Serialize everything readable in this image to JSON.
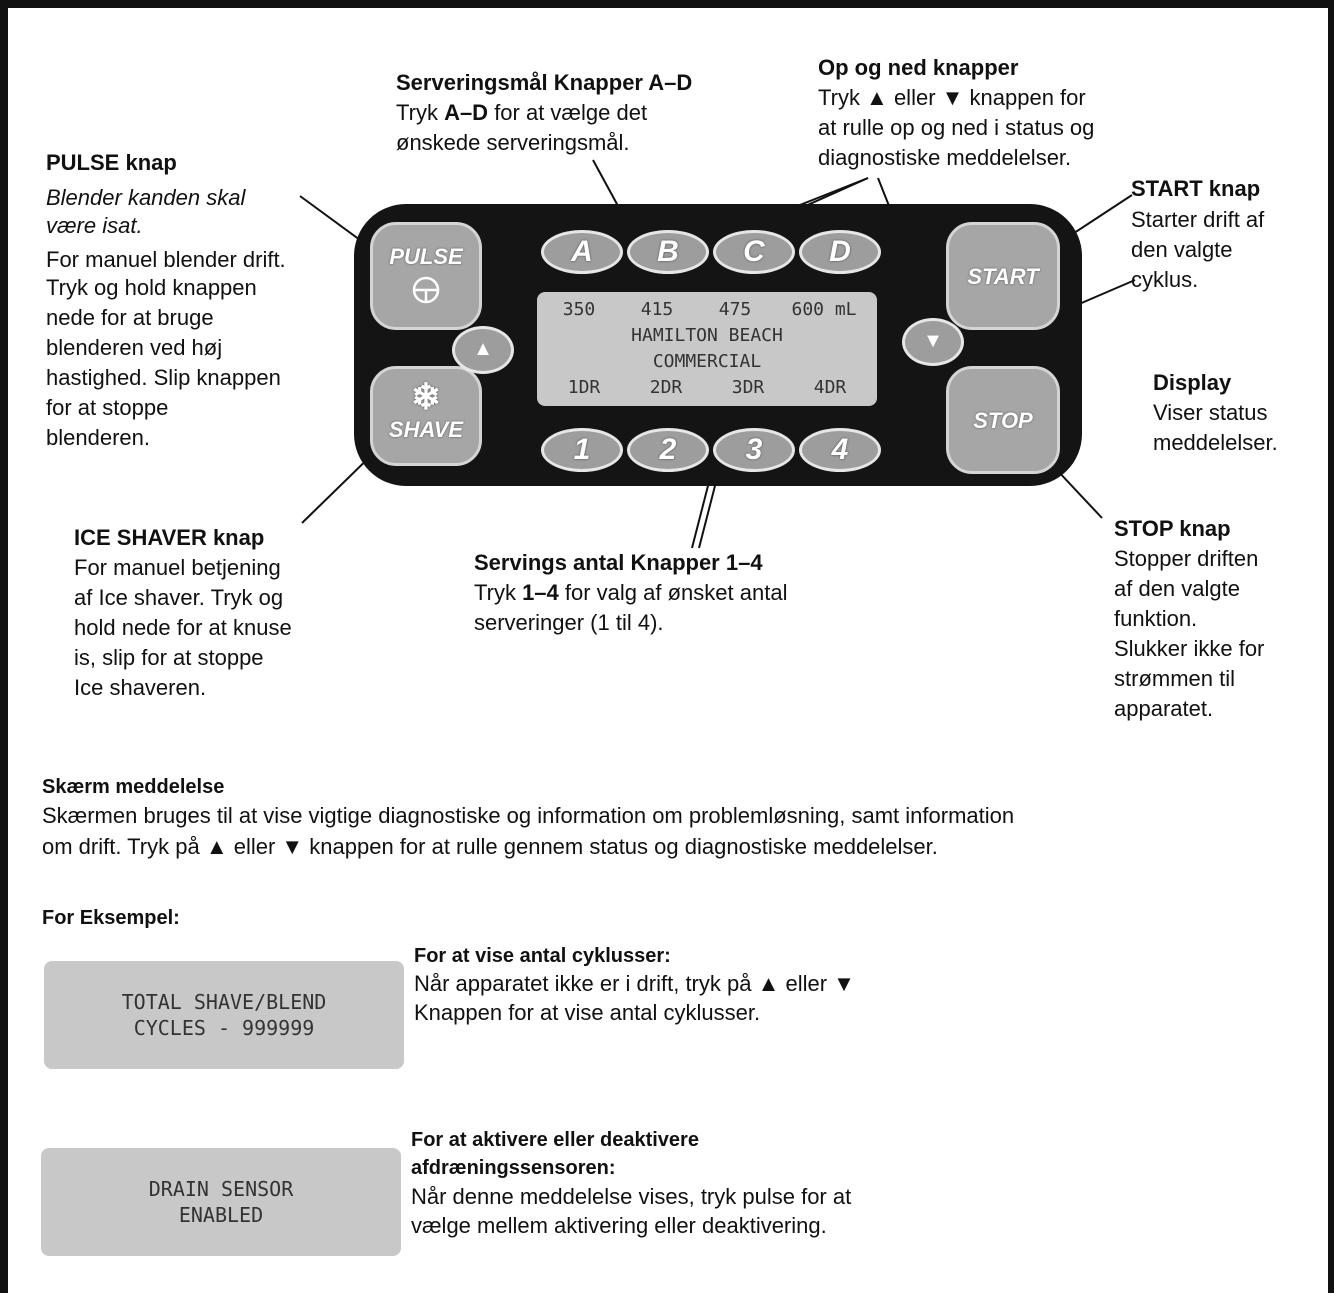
{
  "pulse_label": {
    "title": "PULSE knap",
    "line_it1": "Blender kanden skal",
    "line_it2": "være isat.",
    "lines": [
      "For manuel blender drift.",
      "Tryk og hold knappen",
      "nede for at bruge",
      "blenderen ved høj",
      "hastighed. Slip knappen",
      "for at stoppe",
      "blenderen."
    ]
  },
  "serving_size_label": {
    "title": "Serveringsmål Knapper A–D",
    "line1_pre": "Tryk ",
    "line1_bold": "A–D",
    "line1_post": " for at vælge det",
    "line2": "ønskede serveringsmål."
  },
  "updown_label": {
    "title": "Op og ned knapper",
    "lines": [
      "Tryk ▲ eller ▼ knappen for",
      "at rulle op og ned i status og",
      "diagnostiske meddelelser."
    ]
  },
  "start_label": {
    "title": "START knap",
    "lines": [
      "Starter drift af",
      "den valgte",
      "cyklus."
    ]
  },
  "display_label": {
    "title": "Display",
    "lines": [
      "Viser status",
      "meddelelser."
    ]
  },
  "stop_label": {
    "title": "STOP knap",
    "lines": [
      "Stopper driften",
      "af den valgte",
      "funktion.",
      "Slukker ikke for",
      "strømmen til",
      "apparatet."
    ]
  },
  "ice_label": {
    "title": "ICE SHAVER knap",
    "lines": [
      "For manuel betjening",
      "af Ice shaver. Tryk og",
      "hold nede for at knuse",
      "is, slip for at stoppe",
      "Ice shaveren."
    ]
  },
  "servings_label": {
    "title": "Servings antal Knapper 1–4",
    "line1_pre": "Tryk ",
    "line1_bold": "1–4",
    "line1_post": " for valg af ønsket antal",
    "line2": "serveringer (1 til 4)."
  },
  "panel": {
    "pulse": "PULSE",
    "shave": "SHAVE",
    "start": "START",
    "stop": "STOP",
    "size_buttons": [
      "A",
      "B",
      "C",
      "D"
    ],
    "count_buttons": [
      "1",
      "2",
      "3",
      "4"
    ],
    "up": "▲",
    "down": "▼",
    "lcd": {
      "row1": [
        "350",
        "415",
        "475",
        "600 mL"
      ],
      "row2": "HAMILTON BEACH",
      "row3": "COMMERCIAL",
      "row4": [
        "1DR",
        "2DR",
        "3DR",
        "4DR"
      ]
    }
  },
  "screen_msg": {
    "title": "Skærm meddelelse",
    "line1": "Skærmen bruges til at vise vigtige diagnostiske og information om problemløsning, samt information",
    "line2": "om drift. Tryk på ▲ eller ▼ knappen for at rulle gennem status og diagnostiske meddelelser."
  },
  "example": {
    "title": "For Eksempel:",
    "cycles": {
      "lcd1": "TOTAL SHAVE/BLEND",
      "lcd2": "CYCLES - 999999",
      "title": "For at vise antal cyklusser:",
      "line1": "Når apparatet ikke er i drift, tryk på ▲ eller ▼",
      "line2": "Knappen for at vise antal cyklusser."
    },
    "drain": {
      "lcd1": "DRAIN SENSOR",
      "lcd2": "ENABLED",
      "title1": "For at aktivere eller deaktivere",
      "title2": "afdræningssensoren:",
      "line1": "Når denne meddelelse vises, tryk pulse for at",
      "line2": "vælge mellem aktivering eller deaktivering."
    }
  }
}
